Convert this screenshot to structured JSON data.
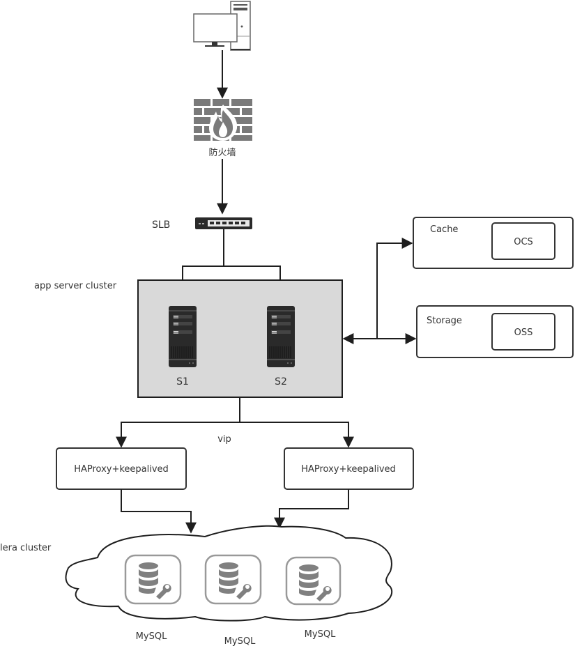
{
  "diagram": {
    "firewall_label": "防火墙",
    "slb_label": "SLB",
    "app_cluster_label": "app server cluster",
    "servers": [
      {
        "label": "S1"
      },
      {
        "label": "S2"
      }
    ],
    "cache": {
      "label": "Cache",
      "inner_label": "OCS"
    },
    "storage": {
      "label": "Storage",
      "inner_label": "OSS"
    },
    "vip_label": "vip",
    "proxies": [
      {
        "label": "HAProxy+keepalived"
      },
      {
        "label": "HAProxy+keepalived"
      }
    ],
    "galera_label": "lera cluster",
    "databases": [
      {
        "label": "MySQL"
      },
      {
        "label": "MySQL"
      },
      {
        "label": "MySQL"
      }
    ],
    "colors": {
      "line": "#1e1e1e",
      "cluster_fill": "#d9d9d9",
      "icon_gray": "#808080",
      "server_dark": "#2a2a2a"
    }
  }
}
